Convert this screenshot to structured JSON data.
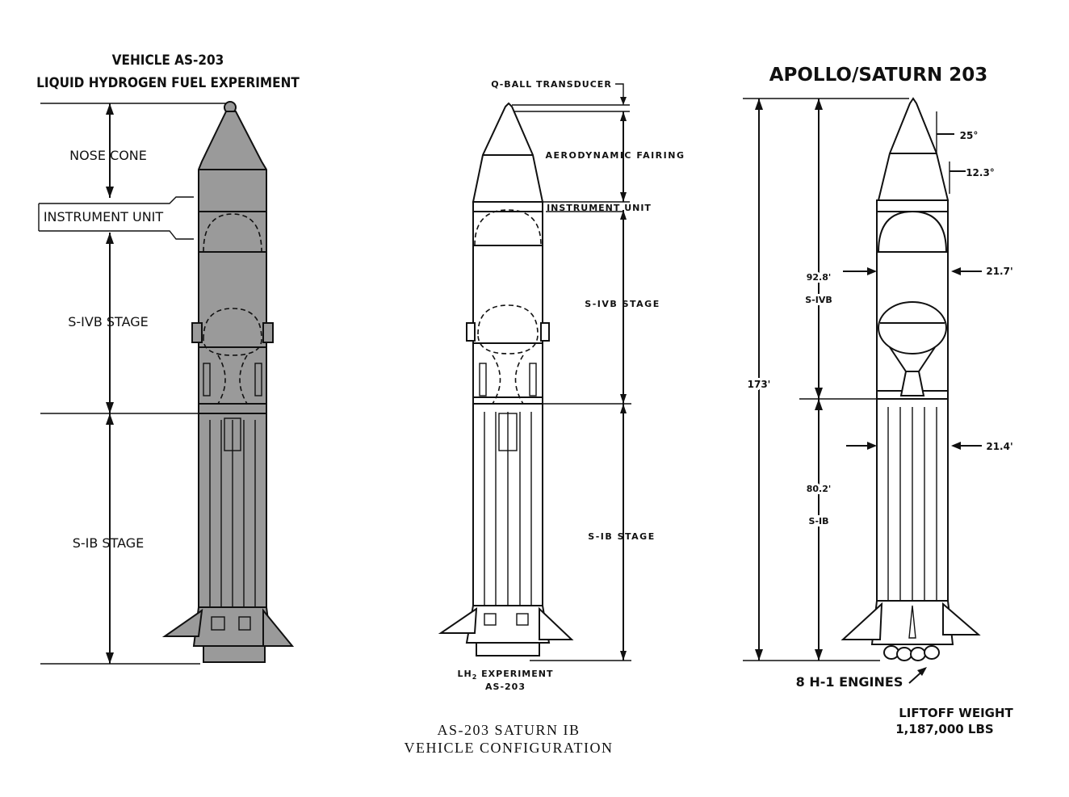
{
  "left": {
    "title_line1": "VEHICLE AS-203",
    "title_line2": "LIQUID HYDROGEN FUEL EXPERIMENT",
    "labels": {
      "nose_cone": "NOSE CONE",
      "instrument_unit": "INSTRUMENT UNIT",
      "sivb": "S-IVB STAGE",
      "sib": "S-IB STAGE"
    }
  },
  "middle": {
    "labels": {
      "qball": "Q-BALL TRANSDUCER",
      "fairing": "AERODYNAMIC FAIRING",
      "instrument_unit": "INSTRUMENT UNIT",
      "sivb": "S-IVB STAGE",
      "sib": "S-IB STAGE",
      "lh2_line1": "LH",
      "lh2_sub": "2",
      "lh2_line1_rest": " EXPERIMENT",
      "lh2_line2": "AS-203"
    },
    "caption_line1": "AS-203 SATURN IB",
    "caption_line2": "VEHICLE CONFIGURATION"
  },
  "right": {
    "title": "APOLLO/SATURN 203",
    "angle_upper": "25°",
    "angle_lower": "12.3°",
    "diam_upper": "21.7'",
    "diam_lower": "21.4'",
    "total_height": "173'",
    "sivb_height": "92.8'",
    "sivb_label": "S-IVB",
    "sib_height": "80.2'",
    "sib_label": "S-IB",
    "engines": "8 H-1 ENGINES",
    "liftoff_line1": "LIFTOFF WEIGHT",
    "liftoff_line2": "1,187,000 LBS"
  }
}
